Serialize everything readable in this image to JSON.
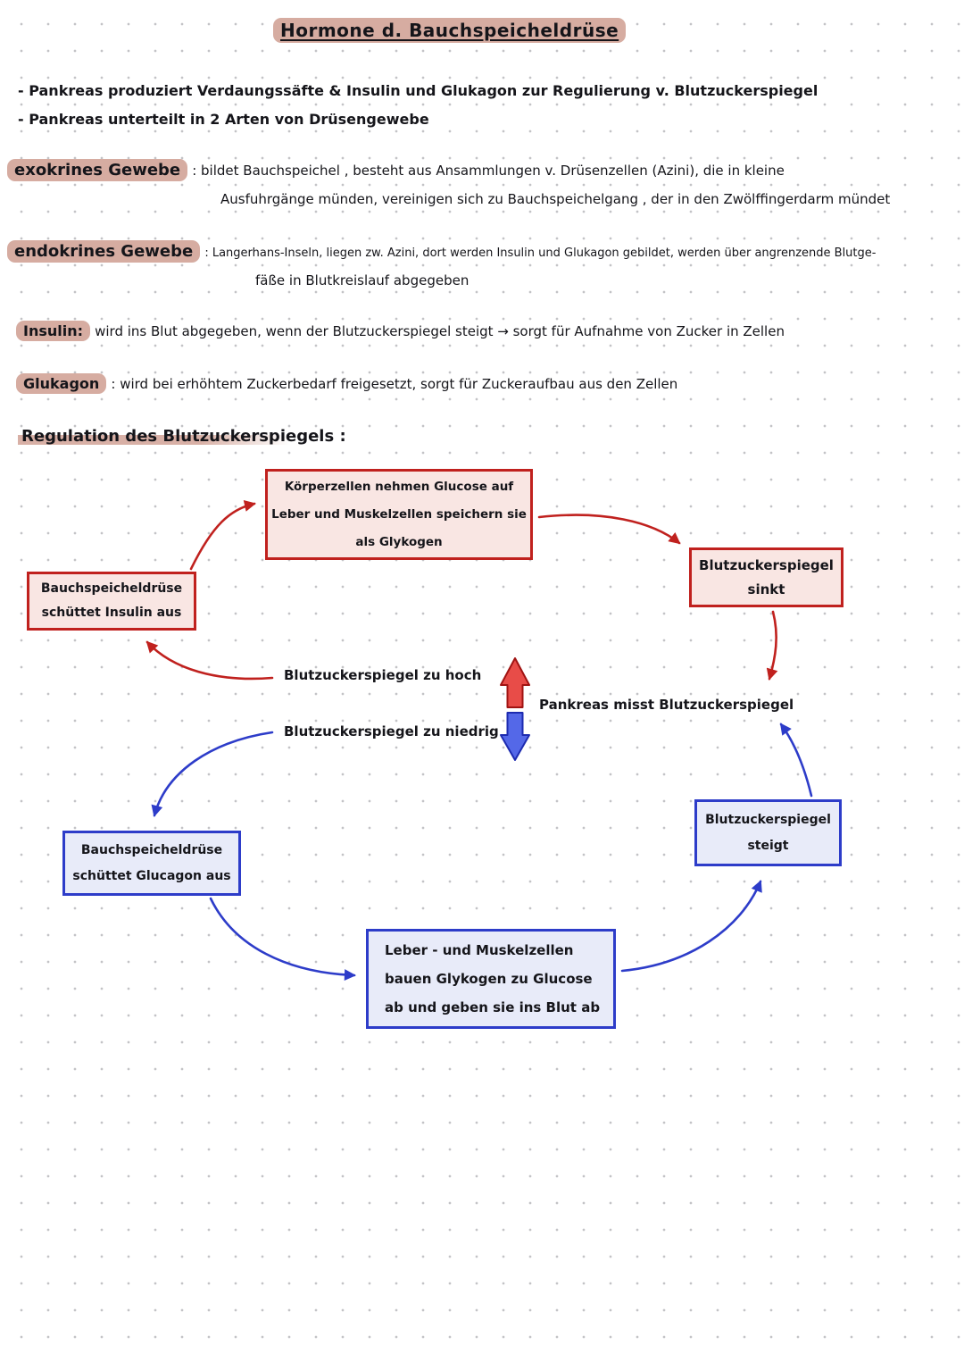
{
  "colors": {
    "red": "#c0211e",
    "red_fill": "#f9e6e3",
    "blue": "#2d3cc9",
    "blue_fill": "#e8ebf9",
    "highlight": "#d6aca1"
  },
  "title": "Hormone d. Bauchspeicheldrüse",
  "notes": {
    "bullet1": "- Pankreas produziert Verdaungssäfte & Insulin und Glukagon zur Regulierung v. Blutzuckerspiegel",
    "bullet2": "- Pankreas unterteilt in 2 Arten von Drüsengewebe",
    "exokrin": {
      "term": "exokrines Gewebe",
      "line1": ":  bildet Bauchspeichel , besteht aus Ansammlungen v. Drüsenzellen (Azini), die in kleine",
      "line2": "Ausfuhrgänge münden, vereinigen sich zu Bauchspeichelgang , der in den Zwölffingerdarm mündet"
    },
    "endokrin": {
      "term": "endokrines Gewebe",
      "line1": ": Langerhans-Inseln, liegen zw. Azini, dort werden Insulin und Glukagon gebildet, werden über angrenzende Blutge-",
      "line2": "fäße in Blutkreislauf abgegeben"
    },
    "insulin": {
      "term": "Insulin:",
      "text": "wird ins Blut abgegeben, wenn der Blutzuckerspiegel steigt → sorgt für Aufnahme von Zucker in Zellen"
    },
    "glukagon": {
      "term": "Glukagon",
      "text": ": wird bei erhöhtem Zuckerbedarf freigesetzt, sorgt für Zuckeraufbau aus den Zellen"
    },
    "regulation_heading": "Regulation des Blutzuckerspiegels :"
  },
  "diagram": {
    "koerperzellen_box": {
      "line1": "Körperzellen nehmen Glucose auf",
      "line2": "Leber und Muskelzellen speichern sie",
      "line3": "als Glykogen"
    },
    "sinkt_box": {
      "line1": "Blutzuckerspiegel",
      "line2": "sinkt"
    },
    "insulin_box": {
      "line1": "Bauchspeicheldrüse",
      "line2": "schüttet Insulin aus"
    },
    "hoch_label": "Blutzuckerspiegel zu hoch",
    "niedrig_label": "Blutzuckerspiegel zu niedrig",
    "misst_label": "Pankreas misst Blutzuckerspiegel",
    "glucagon_box": {
      "line1": "Bauchspeicheldrüse",
      "line2": "schüttet Glucagon aus"
    },
    "steigt_box": {
      "line1": "Blutzuckerspiegel",
      "line2": "steigt"
    },
    "leber_box": {
      "line1": "Leber - und Muskelzellen",
      "line2": "bauen Glykogen zu Glucose",
      "line3": "ab und geben sie ins Blut ab"
    }
  }
}
